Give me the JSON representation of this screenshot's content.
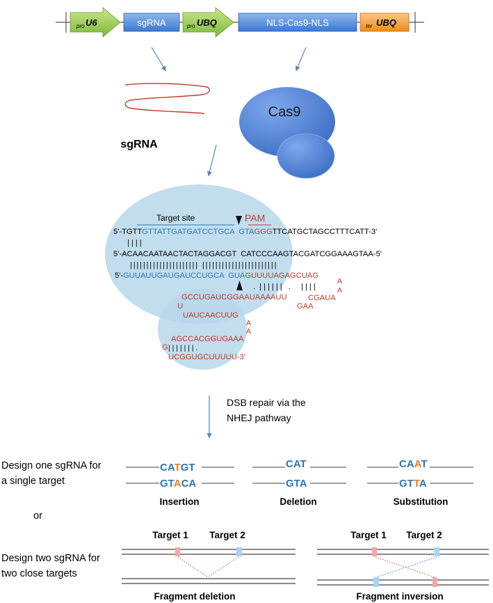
{
  "construct": {
    "pro_u6": {
      "sub": "pro",
      "main": "U6"
    },
    "sgrna_box": "sgRNA",
    "pro_ubq": {
      "sub": "pro",
      "main": "UBQ"
    },
    "cas9_box": "NLS-Cas9-NLS",
    "ter_ubq": {
      "sub": "ter",
      "main": "UBQ"
    }
  },
  "molecules": {
    "sgrna_label": "sgRNA",
    "cas9_label": "Cas9"
  },
  "complex": {
    "target_site": "Target site",
    "pam": "PAM",
    "dna_top": {
      "prefix": "5'-TGTT",
      "blue": "GTTATTGATGATCCTGCA  GTA",
      "red": "GGG",
      "suffix": "TTCATGCTAGCCTTTCATT-3'"
    },
    "dna_bottom": "5'-ACAACAATAACTACTAGGACGT  CATCCCAAGTACGATCGGAAAGTAA-5'",
    "rna_line": {
      "prefix": "5'-",
      "blue": "GUUAUUGAUGAUCCUGCA  GUA",
      "red": "GUUUUAGAGCUAG"
    },
    "bars_top": "| | | |",
    "bars_mid": "| | | | | | | | | | | | | | | | | | | | |   | | | | | | | | | | | | | | | | | | | | | | |",
    "bars_rna": "| | | | | | | | | | | | | | | | | | | | |",
    "bars_stem": ".  | | | | | |   .     | | | |",
    "stem_left": "GCCUGAUCGGAAUAAAAUU",
    "stem_right": "CGAUA",
    "loop_aa": [
      "A",
      "A"
    ],
    "gaa": "GAA",
    "u_letter": "U",
    "hairpin1": "UAUCAACUUG",
    "hp_aa": [
      "A",
      "A"
    ],
    "hairpin2_top": "AGCCACGGUGAAA",
    "g_letter": "G",
    "bars_hp": "| | | | | | | .",
    "hairpin2_bottom": "UCGGUGCUUUUU-3'"
  },
  "repair": {
    "line1": "DSB repair via the",
    "line2": "NHEJ pathway"
  },
  "design_one": {
    "line1": "Design one sgRNA for",
    "line2": "a single target",
    "insertion": {
      "top": [
        "CA",
        "T",
        "GT"
      ],
      "bottom": [
        "GT",
        "A",
        "CA"
      ],
      "label": "Insertion"
    },
    "deletion": {
      "top": "CAT",
      "bottom": "GTA",
      "label": "Deletion"
    },
    "substitution": {
      "top": [
        "CA",
        "A",
        "T"
      ],
      "bottom": [
        "GT",
        "T",
        "A"
      ],
      "label": "Substitution"
    }
  },
  "or_label": "or",
  "design_two": {
    "line1": "Design two sgRNA for",
    "line2": "two close targets",
    "target1": "Target 1",
    "target2": "Target 2",
    "fragment_deletion": "Fragment deletion",
    "fragment_inversion": "Fragment inversion"
  },
  "colors": {
    "green": "#8dc63f",
    "blue_box": "#4a86d6",
    "orange": "#f39a32",
    "rna_red": "#c0392b",
    "dna_blue": "#2e75b6",
    "cas9": "#4b7fd3",
    "bubble": "#b7d7ea",
    "insert_orange": "#e67e22"
  }
}
